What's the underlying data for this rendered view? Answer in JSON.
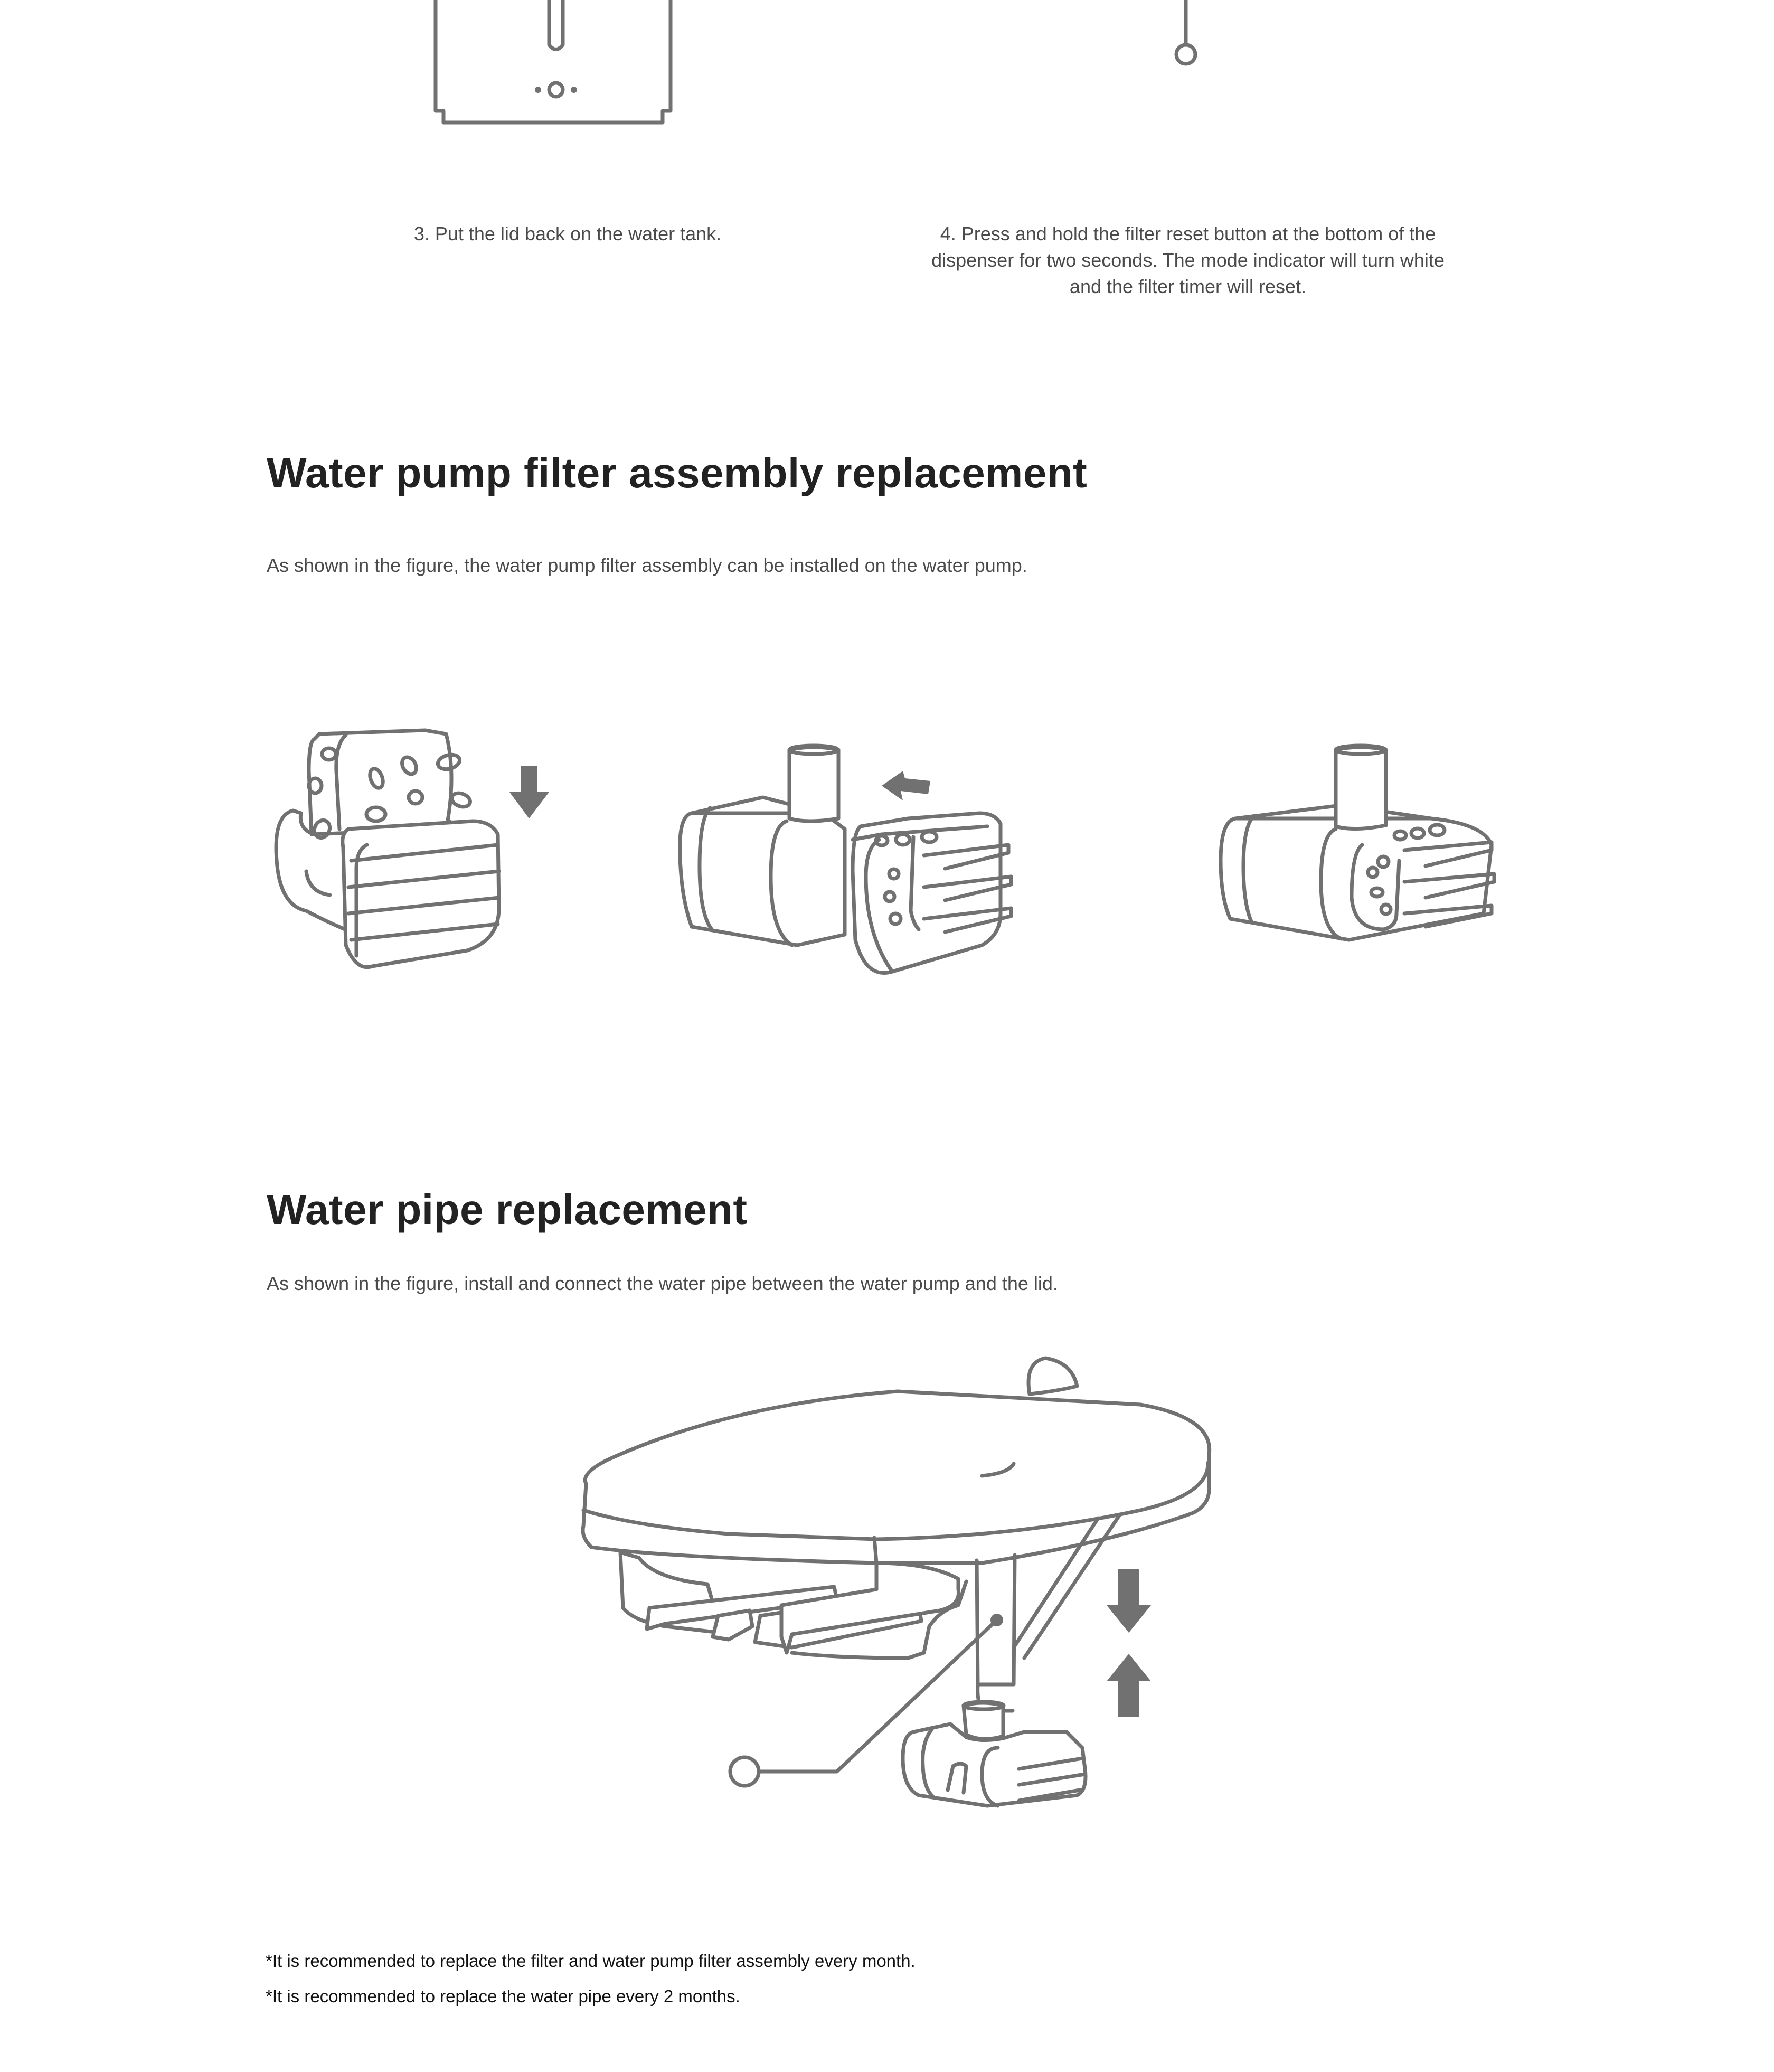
{
  "steps": [
    {
      "text": "3. Put the lid back on the water tank."
    },
    {
      "text": "4. Press and hold the filter reset button at the bottom of the dispenser for two seconds. The mode indicator will turn white and the filter timer will reset."
    }
  ],
  "pump_filter_section": {
    "title": "Water pump filter assembly replacement",
    "description": "As shown in the figure, the water pump filter assembly can be installed on the water pump."
  },
  "pipe_section": {
    "title": "Water pipe replacement",
    "description": "As shown in the figure, install and connect the water pipe between the water pump and the lid."
  },
  "notes": [
    "*It is recommended to replace the filter and water pump filter assembly every month.",
    "*It is recommended to replace the water pipe every 2 months."
  ],
  "icons": [
    "water-tank-illustration",
    "reset-button-callout",
    "filter-insert-illustration",
    "filter-attach-illustration",
    "assembled-pump-illustration",
    "pipe-install-illustration",
    "arrow-down-icon",
    "arrow-left-icon",
    "arrow-up-icon"
  ],
  "colors": {
    "illustration_stroke": "#717171",
    "heading": "#222222",
    "body_text": "#4a4a4a"
  }
}
